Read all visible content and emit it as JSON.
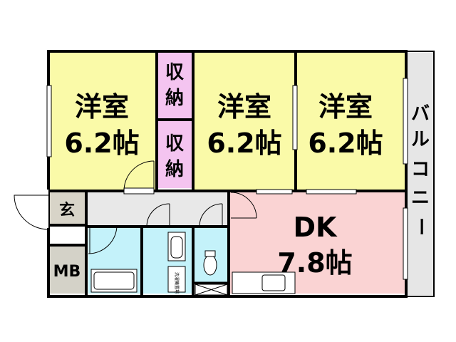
{
  "rooms": {
    "western_1": {
      "name": "洋室",
      "size": "6.2帖"
    },
    "western_2": {
      "name": "洋室",
      "size": "6.2帖"
    },
    "western_3": {
      "name": "洋室",
      "size": "6.2帖"
    },
    "closet_1": {
      "line1": "収",
      "line2": "納"
    },
    "closet_2": {
      "line1": "収",
      "line2": "納"
    },
    "dk": {
      "name": "DK",
      "size": "7.8帖"
    },
    "entrance": "玄",
    "mb": "MB",
    "balcony": [
      "バ",
      "ル",
      "コ",
      "ニ",
      "ー"
    ],
    "washer_note": "洗濯機置場"
  },
  "colors": {
    "western": "#fafaa8",
    "closet": "#f4c4f0",
    "dk": "#fad3d3",
    "wet": "#c4f2fa",
    "hall": "#e8e8e8",
    "balcony": "#e6e6e6",
    "entrance": "#d8d4c8",
    "mb": "#d4d2c8",
    "wall": "#000000"
  }
}
